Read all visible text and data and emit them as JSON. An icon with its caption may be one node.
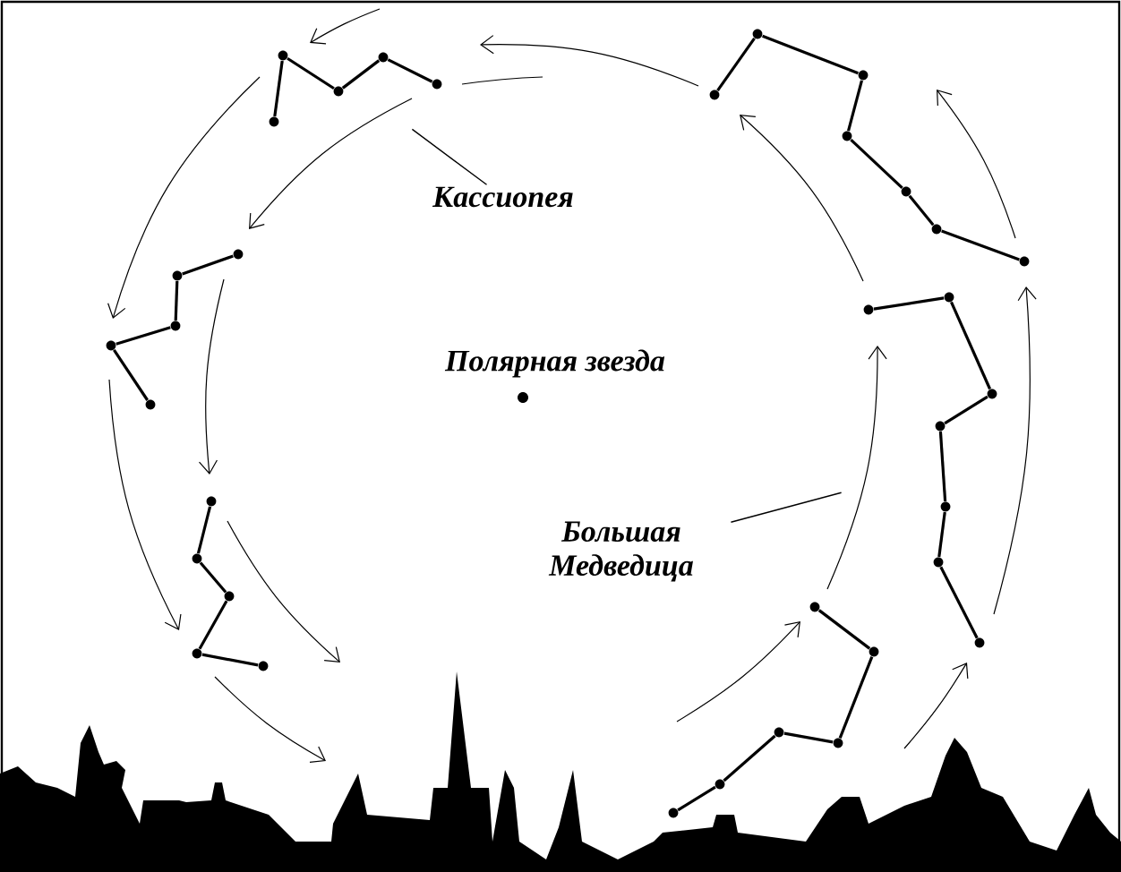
{
  "diagram": {
    "nodes": [
      {
        "text": [
          "Кассиопея"
        ]
      },
      {
        "text": [],
        "shape": "picture"
      },
      {
        "text": [
          "Полярная звезда"
        ]
      },
      {
        "text": [
          "Большая Медведица"
        ]
      },
      {
        "text": [],
        "shape": "picture"
      }
    ],
    "edges": [
      {
        "from": 0,
        "to": 1,
        "arrow": "none"
      },
      {
        "from": 3,
        "to": 4,
        "arrow": "none"
      }
    ]
  }
}
